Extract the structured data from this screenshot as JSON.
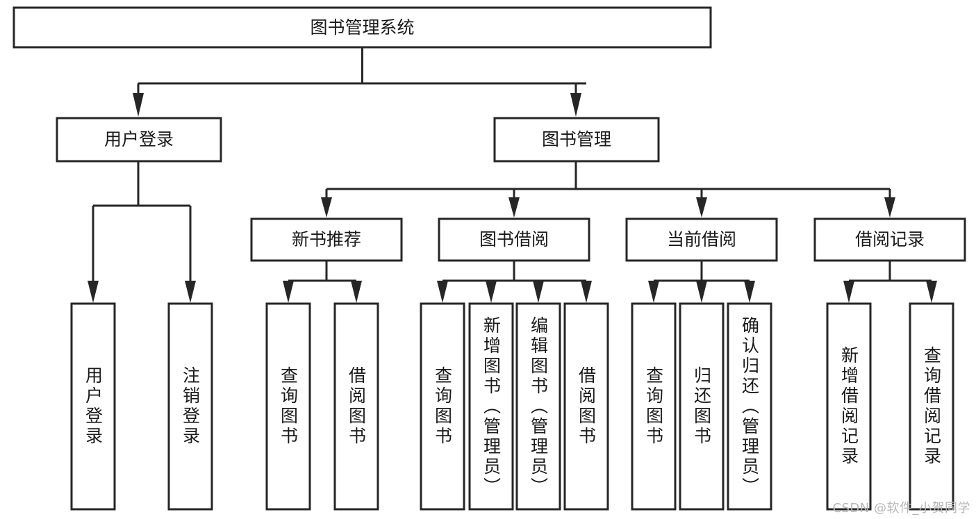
{
  "diagram": {
    "title": "图书管理系统",
    "type": "tree",
    "orientation": "top-down",
    "colors": {
      "box_fill": "#ffffff",
      "box_stroke": "#262626",
      "text": "#1a1a1a",
      "background": "#ffffff",
      "watermark": "#b7b7b7"
    },
    "levels": [
      {
        "level": 1,
        "nodes": [
          {
            "id": "root",
            "label": "图书管理系统",
            "orientation": "horizontal"
          }
        ]
      },
      {
        "level": 2,
        "nodes": [
          {
            "id": "login",
            "label": "用户登录",
            "orientation": "horizontal",
            "parent": "root"
          },
          {
            "id": "bookmgmt",
            "label": "图书管理",
            "orientation": "horizontal",
            "parent": "root"
          }
        ]
      },
      {
        "level": 3,
        "nodes": [
          {
            "id": "newbook",
            "label": "新书推荐",
            "orientation": "horizontal",
            "parent": "bookmgmt"
          },
          {
            "id": "borrow",
            "label": "图书借阅",
            "orientation": "horizontal",
            "parent": "bookmgmt"
          },
          {
            "id": "current",
            "label": "当前借阅",
            "orientation": "horizontal",
            "parent": "bookmgmt"
          },
          {
            "id": "records",
            "label": "借阅记录",
            "orientation": "horizontal",
            "parent": "bookmgmt"
          }
        ]
      },
      {
        "level": 4,
        "nodes": [
          {
            "id": "leaf-user-login",
            "label": "用户登录",
            "orientation": "vertical",
            "parent": "login"
          },
          {
            "id": "leaf-user-logout",
            "label": "注销登录",
            "orientation": "vertical",
            "parent": "login"
          },
          {
            "id": "leaf-query-book-1",
            "label": "查询图书",
            "orientation": "vertical",
            "parent": "newbook"
          },
          {
            "id": "leaf-borrow-book-1",
            "label": "借阅图书",
            "orientation": "vertical",
            "parent": "newbook"
          },
          {
            "id": "leaf-query-book-2",
            "label": "查询图书",
            "orientation": "vertical",
            "parent": "borrow"
          },
          {
            "id": "leaf-add-book",
            "label": "新增图书（管理员）",
            "orientation": "vertical",
            "parent": "borrow"
          },
          {
            "id": "leaf-edit-book",
            "label": "编辑图书（管理员）",
            "orientation": "vertical",
            "parent": "borrow"
          },
          {
            "id": "leaf-borrow-book-2",
            "label": "借阅图书",
            "orientation": "vertical",
            "parent": "borrow"
          },
          {
            "id": "leaf-query-book-3",
            "label": "查询图书",
            "orientation": "vertical",
            "parent": "current"
          },
          {
            "id": "leaf-return-book",
            "label": "归还图书",
            "orientation": "vertical",
            "parent": "current"
          },
          {
            "id": "leaf-confirm-return",
            "label": "确认归还（管理员）",
            "orientation": "vertical",
            "parent": "current"
          },
          {
            "id": "leaf-add-record",
            "label": "新增借阅记录",
            "orientation": "vertical",
            "parent": "records"
          },
          {
            "id": "leaf-query-record",
            "label": "查询借阅记录",
            "orientation": "vertical",
            "parent": "records"
          }
        ]
      }
    ]
  },
  "watermark": {
    "text": "CSDN @软件_小贺同学"
  }
}
